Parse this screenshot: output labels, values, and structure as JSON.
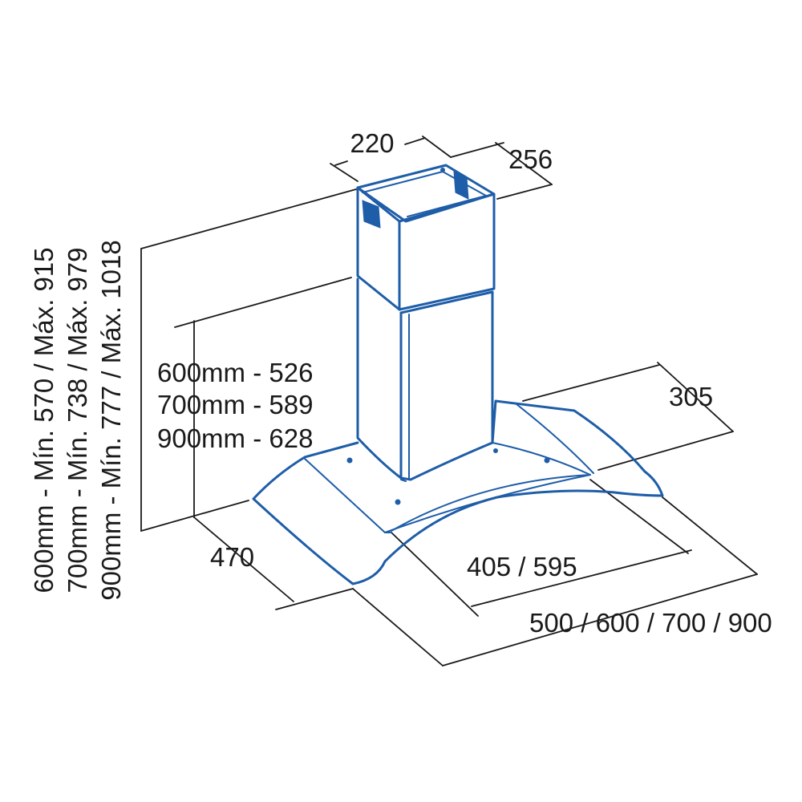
{
  "colors": {
    "outline": "#1e5da8",
    "dimension_line": "#1a1a1a",
    "background": "#ffffff"
  },
  "dimensions": {
    "chimney_width": "220",
    "chimney_depth": "256",
    "canopy_depth": "305",
    "glass_depth": "470",
    "inner_width": "405 / 595",
    "total_width": "500 / 600 / 700 / 900",
    "chimney_height": [
      "600mm - 526",
      "700mm - 589",
      "900mm - 628"
    ],
    "total_height": [
      "600mm - Mín. 570 / Máx. 915",
      "700mm - Mín. 738 / Máx. 979",
      "900mm - Mín. 777 / Máx. 1018"
    ]
  }
}
